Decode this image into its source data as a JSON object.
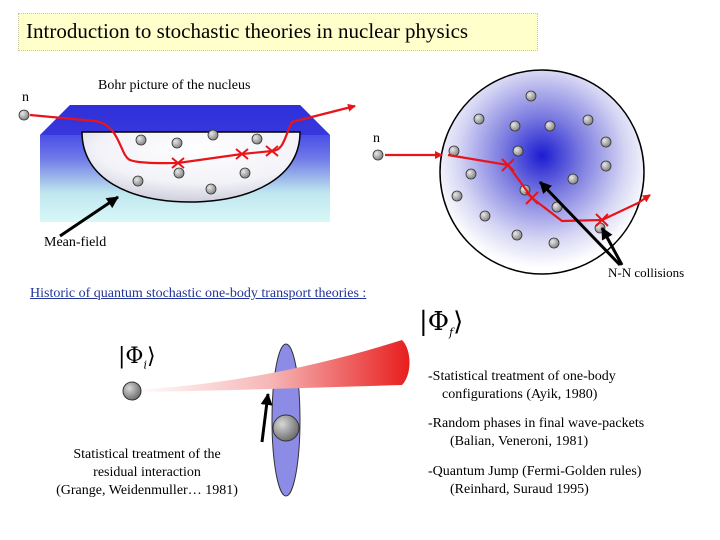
{
  "title": "Introduction to stochastic theories in nuclear physics",
  "labels": {
    "bohr": "Bohr picture of the nucleus",
    "n_left": "n",
    "n_right": "n",
    "mean_field": "Mean-field",
    "nn_collisions": "N-N collisions",
    "historic": "Historic of quantum stochastic one-body transport theories :",
    "phi_f": "Φ",
    "phi_f_sub": "f",
    "phi_i": "Φ",
    "phi_i_sub": "i"
  },
  "theories": [
    {
      "line1": "-Statistical treatment of one-body",
      "line2": "configurations (Ayik, 1980)"
    },
    {
      "line1": "-Random phases in final wave-packets",
      "line2": "(Balian, Veneroni, 1981)"
    },
    {
      "line1": "-Quantum Jump (Fermi-Golden rules)",
      "line2": "(Reinhard, Suraud 1995)"
    }
  ],
  "residual": {
    "line1": "Statistical treatment of the",
    "line2": "residual interaction",
    "line3": "(Grange, Weidenmuller… 1981)"
  },
  "colors": {
    "title_bg": "#ffffcc",
    "trajectory": "#e8141a",
    "well_blue": "#1a1ae6",
    "ellipse": "#8c8ce6",
    "historic_text": "#223399"
  }
}
